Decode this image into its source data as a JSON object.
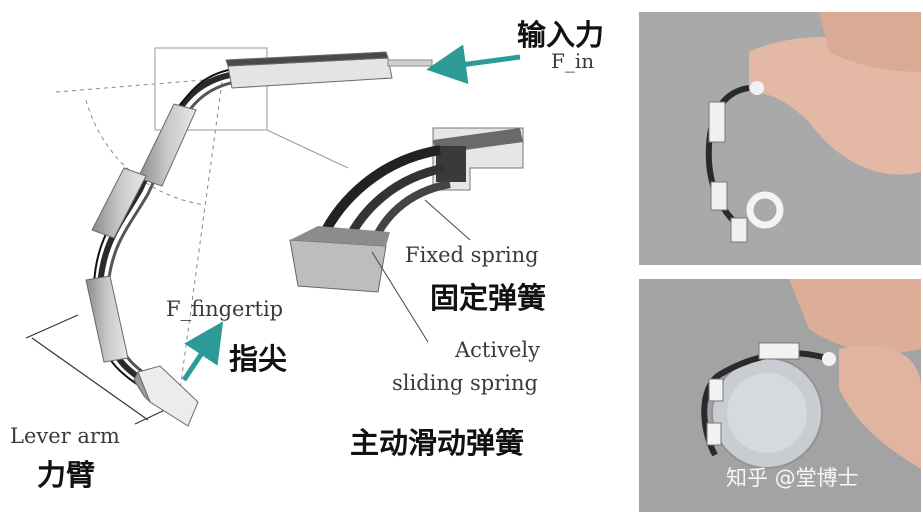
{
  "labels": {
    "force_in_cn": "输入力",
    "force_in": "F_in",
    "fixed_spring": "Fixed spring",
    "fixed_spring_cn": "固定弹簧",
    "fingertip_force": "F_fingertip",
    "fingertip_cn": "指尖",
    "active_spring_line1": "Actively",
    "active_spring_line2": "sliding spring",
    "active_spring_cn": "主动滑动弹簧",
    "lever_arm": "Lever arm",
    "lever_arm_cn": "力臂"
  },
  "watermark": "知乎 @堂博士",
  "colors": {
    "arrow": "#2c9a96",
    "segment_light": "#e9e9e9",
    "segment_mid": "#b5b5b5",
    "segment_dark": "#7a7a7a",
    "spring": "#2a2a2a",
    "photo_bg": "#a7a7a7"
  }
}
